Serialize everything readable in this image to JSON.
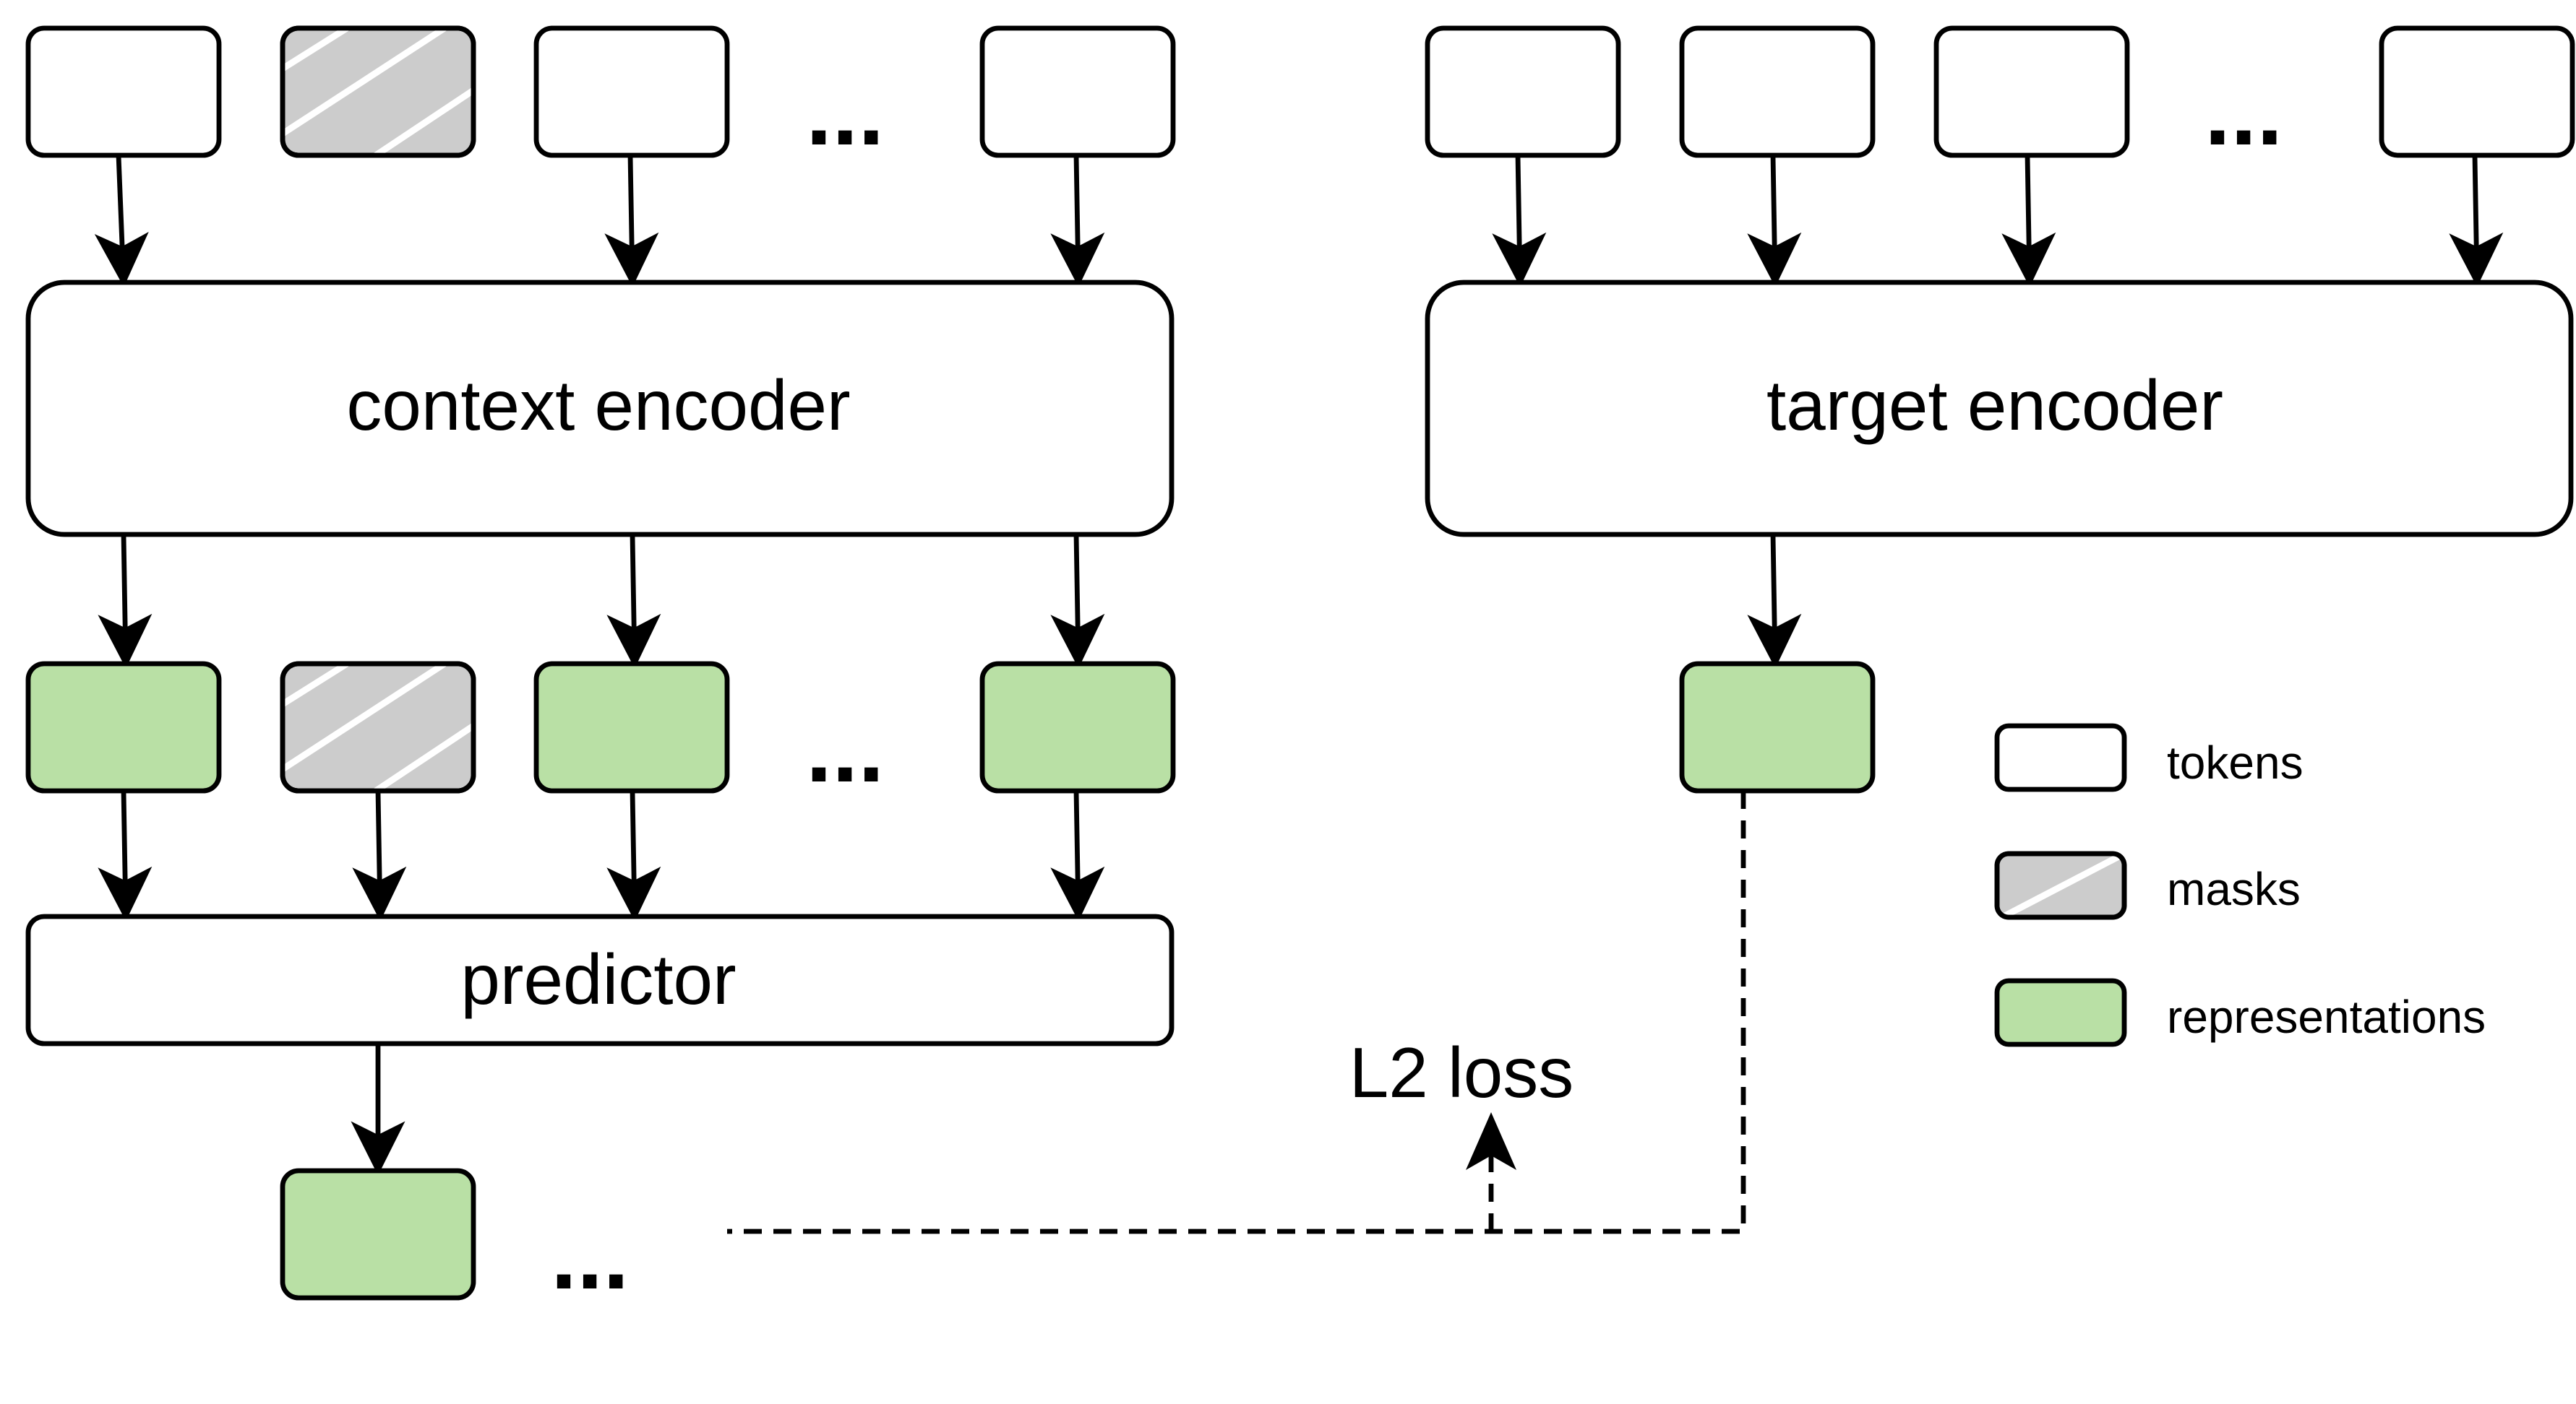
{
  "colors": {
    "token_fill": "#ffffff",
    "mask_fill": "#cccccc",
    "representation_fill": "#b9e0a5",
    "stroke": "#000000"
  },
  "labels": {
    "context_encoder": "context encoder",
    "target_encoder": "target encoder",
    "predictor": "predictor",
    "loss": "L2 loss",
    "ellipsis": "..."
  },
  "legend": {
    "tokens": "tokens",
    "masks": "masks",
    "representations": "representations"
  }
}
